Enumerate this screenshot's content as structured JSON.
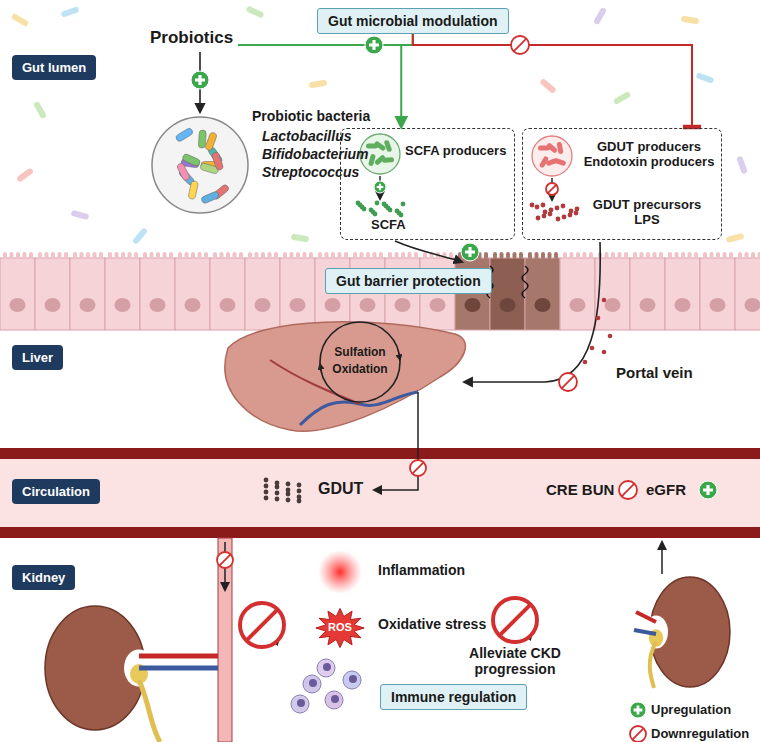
{
  "diagram": {
    "nodes": [
      {
        "text": [
          "Gut lumen"
        ]
      },
      {
        "text": [
          "Gut microbial modulation"
        ]
      },
      {
        "text": [
          "SCFA producers",
          "SCFA"
        ]
      },
      {
        "text": [
          "GDUT producers Endotoxin producers",
          "GDUT precursors LPS"
        ]
      },
      {
        "text": [
          "Gut barrier protection"
        ]
      },
      {
        "text": [
          "Liver"
        ]
      },
      {
        "text": [
          "Circulation"
        ]
      },
      {
        "text": [
          "Kidney"
        ]
      },
      {
        "text": [
          "Immune regulation"
        ]
      }
    ],
    "edges": [
      {
        "from": 1,
        "to": 2,
        "arrow": "to"
      },
      {
        "from": 1,
        "to": 3,
        "arrow": "none"
      }
    ],
    "labels": [
      "Probiotics",
      "Probiotic bacteria",
      "Lactobacillus",
      "Bifidobacterium",
      "Streptococcus",
      "Sulfation",
      "Oxidation",
      "Portal vein",
      "GDUT",
      "CRE BUN",
      "eGFR",
      "Inflammation",
      "ROS",
      "Oxidative stress",
      "Alleviate CKD progression"
    ],
    "legend": [
      {
        "text": "Upregulation"
      },
      {
        "text": "Downregulation"
      }
    ]
  }
}
